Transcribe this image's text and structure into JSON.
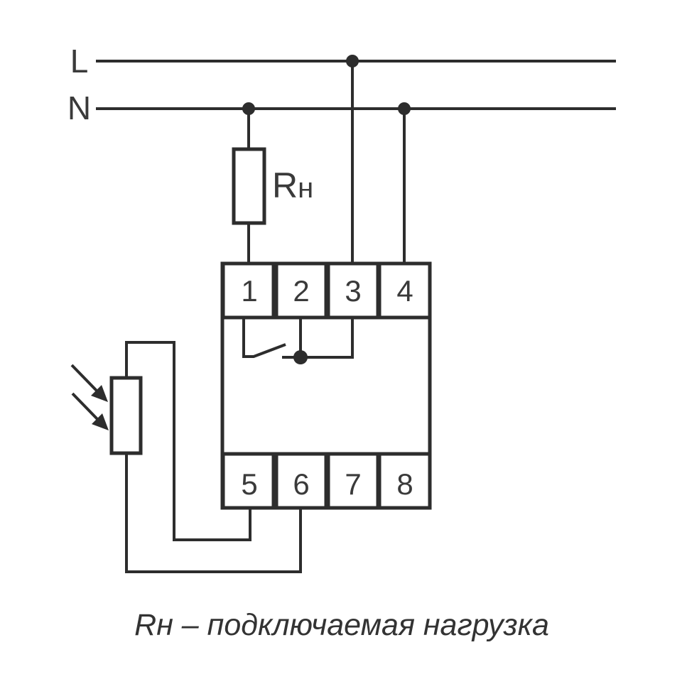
{
  "diagram": {
    "title": "relay-wiring-diagram",
    "background_color": "#ffffff",
    "line_color": "#2d2d2d",
    "text_color": "#3a3a3a",
    "power_lines": {
      "live_label": "L",
      "neutral_label": "N"
    },
    "load": {
      "label": "R",
      "label_sub": "н"
    },
    "device": {
      "terminals_top": [
        "1",
        "2",
        "3",
        "4"
      ],
      "terminals_bottom": [
        "5",
        "6",
        "7",
        "8"
      ]
    },
    "caption": "Rн – подключаемая нагрузка"
  }
}
